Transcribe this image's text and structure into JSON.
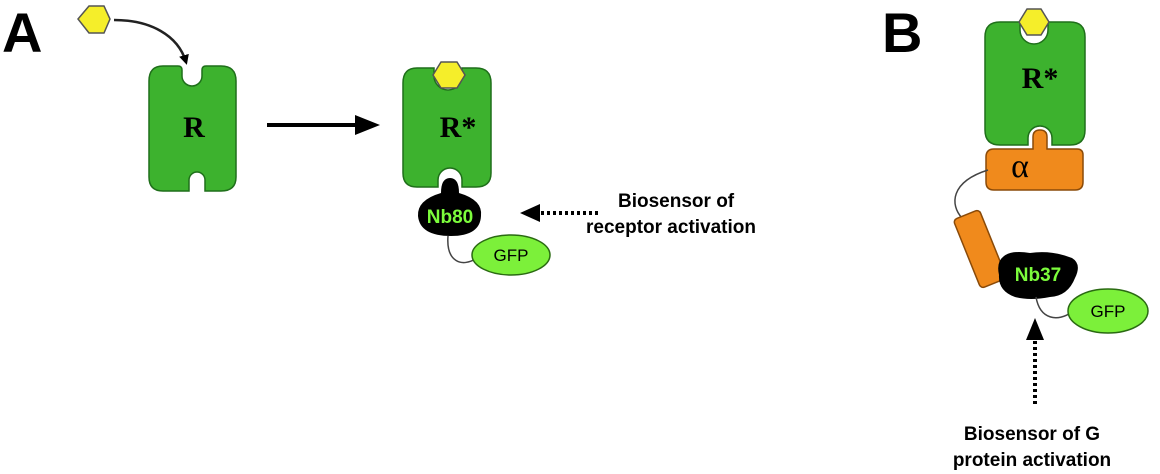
{
  "panels": {
    "a": {
      "letter": "A"
    },
    "b": {
      "letter": "B"
    }
  },
  "labels": {
    "receptor_inactive": "R",
    "receptor_active": "R*",
    "g_alpha": "α",
    "nanobody_receptor": "Nb80",
    "nanobody_gprotein": "Nb37",
    "gfp": "GFP"
  },
  "captions": {
    "receptor_biosensor": [
      "Biosensor of",
      "receptor activation"
    ],
    "gprotein_biosensor": [
      "Biosensor of G",
      "protein activation"
    ]
  },
  "colors": {
    "receptor": "#3DB22E",
    "ligand": "#F5EE2A",
    "g_protein": "#F08A1C",
    "nanobody": "#000000",
    "gfp": "#7CF03A"
  }
}
